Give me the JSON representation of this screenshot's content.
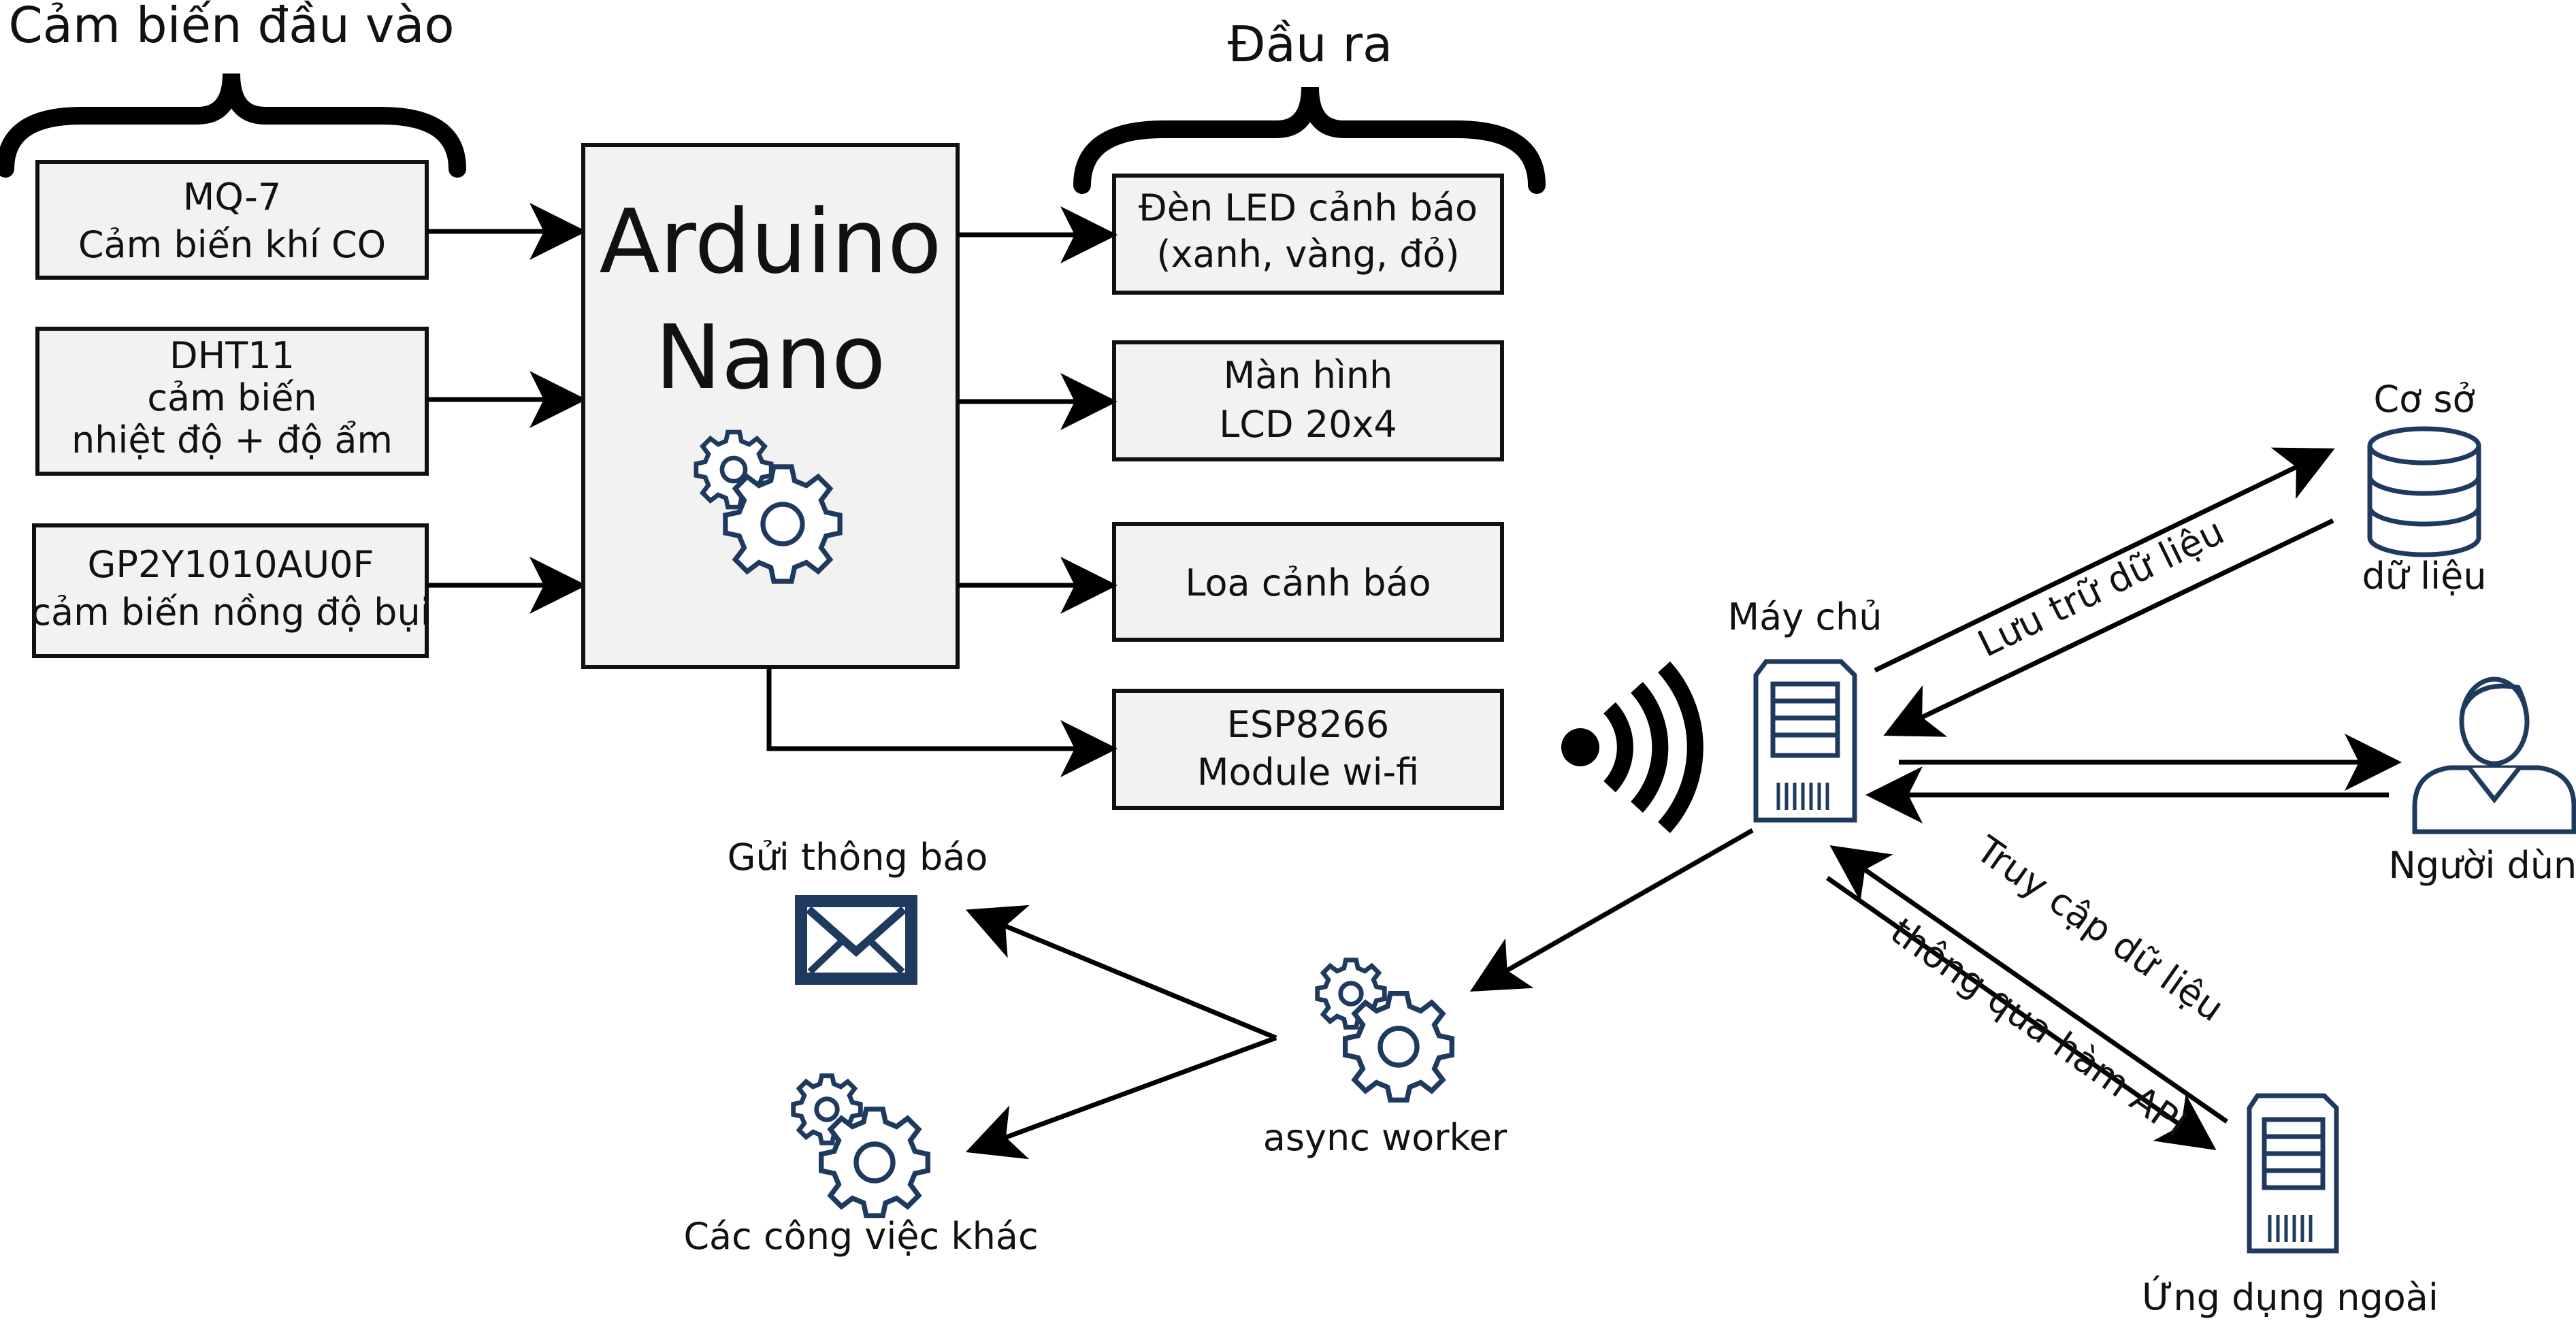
{
  "title": "",
  "group_labels": {
    "inputs": "Cảm biến đầu vào",
    "outputs": "Đầu ra"
  },
  "controller": {
    "line1": "Arduino",
    "line2": "Nano"
  },
  "inputs": [
    {
      "lines": [
        "MQ-7",
        "Cảm biến khí CO"
      ]
    },
    {
      "lines": [
        "DHT11",
        "cảm biến",
        "nhiệt độ + độ ẩm"
      ]
    },
    {
      "lines": [
        "GP2Y1010AU0F",
        "cảm biến nồng độ bụi"
      ]
    }
  ],
  "outputs": [
    {
      "lines": [
        "Đèn LED cảnh báo",
        "(xanh, vàng, đỏ)"
      ]
    },
    {
      "lines": [
        "Màn hình",
        "LCD 20x4"
      ]
    },
    {
      "lines": [
        "Loa cảnh báo"
      ]
    },
    {
      "lines": [
        "ESP8266",
        "Module wi-fi"
      ]
    }
  ],
  "network": {
    "server": "Máy chủ",
    "database_line1": "Cơ sở",
    "database_line2": "dữ liệu",
    "user": "Người dùng",
    "external_app": "Ứng dụng ngoài",
    "async_worker": "async worker",
    "send_notification": "Gửi thông báo",
    "other_tasks": "Các công việc khác",
    "edge_store": "Lưu trữ dữ liệu",
    "edge_access_1": "Truy cập dữ liệu",
    "edge_access_2": "thông qua hàm API"
  },
  "colors": {
    "icon": "#1f3a5f",
    "box_fill": "#f2f2f2",
    "line": "#000000"
  },
  "icons": [
    "gear-icon",
    "wifi-icon",
    "server-icon",
    "database-icon",
    "user-icon",
    "envelope-icon"
  ]
}
